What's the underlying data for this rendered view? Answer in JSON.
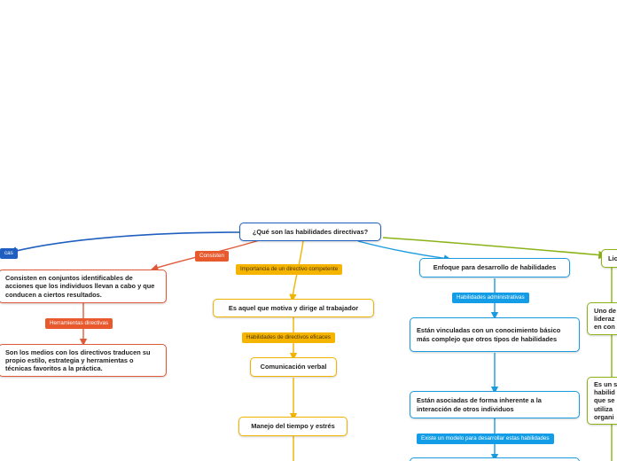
{
  "root": "¿Qué son las habilidades directivas?",
  "nodes": {
    "consisten_text": "Consisten en conjuntos identificables de acciones que los individuos llevan a cabo y que conducen a ciertos resultados.",
    "medios_text": "Son los medios con los directivos traducen su propio estilo, estrategia y herramientas o técnicas favoritos a la práctica.",
    "motiva": "Es aquel que motiva y dirige al trabajador",
    "comunicacion": "Comunicación verbal",
    "manejo": "Manejo del tiempo y estrés",
    "enfoque": "Enfoque para desarrollo de habilidades",
    "vinculadas": "Están vinculadas con un conocimiento básico más complejo que otros tipos de habilidades",
    "asociadas": "Están asociadas de forma inherente a la interacción de otros individuos",
    "right_top": "Lic",
    "right_mid": "Uno de\nlideraz\nen con",
    "right_low": "Es un s\nhabilid\nque se\nutiliza\norgani"
  },
  "labels": {
    "left_edge": "cas",
    "consisten": "Consisten",
    "herramientas": "Herramientas directivas",
    "importancia": "Importancia de un directivo competente",
    "habilidades_eficaces": "Habilidades de directivos eficaces",
    "habilidades_admin": "Habilidades administrativas",
    "modelo": "Existe un modelo para desarrollar estas habilidades"
  },
  "colors": {
    "blue": "#1f5fbf",
    "red": "#e05a3a",
    "gold": "#f0b400",
    "cyan": "#1a9be0",
    "green": "#8bb317"
  }
}
